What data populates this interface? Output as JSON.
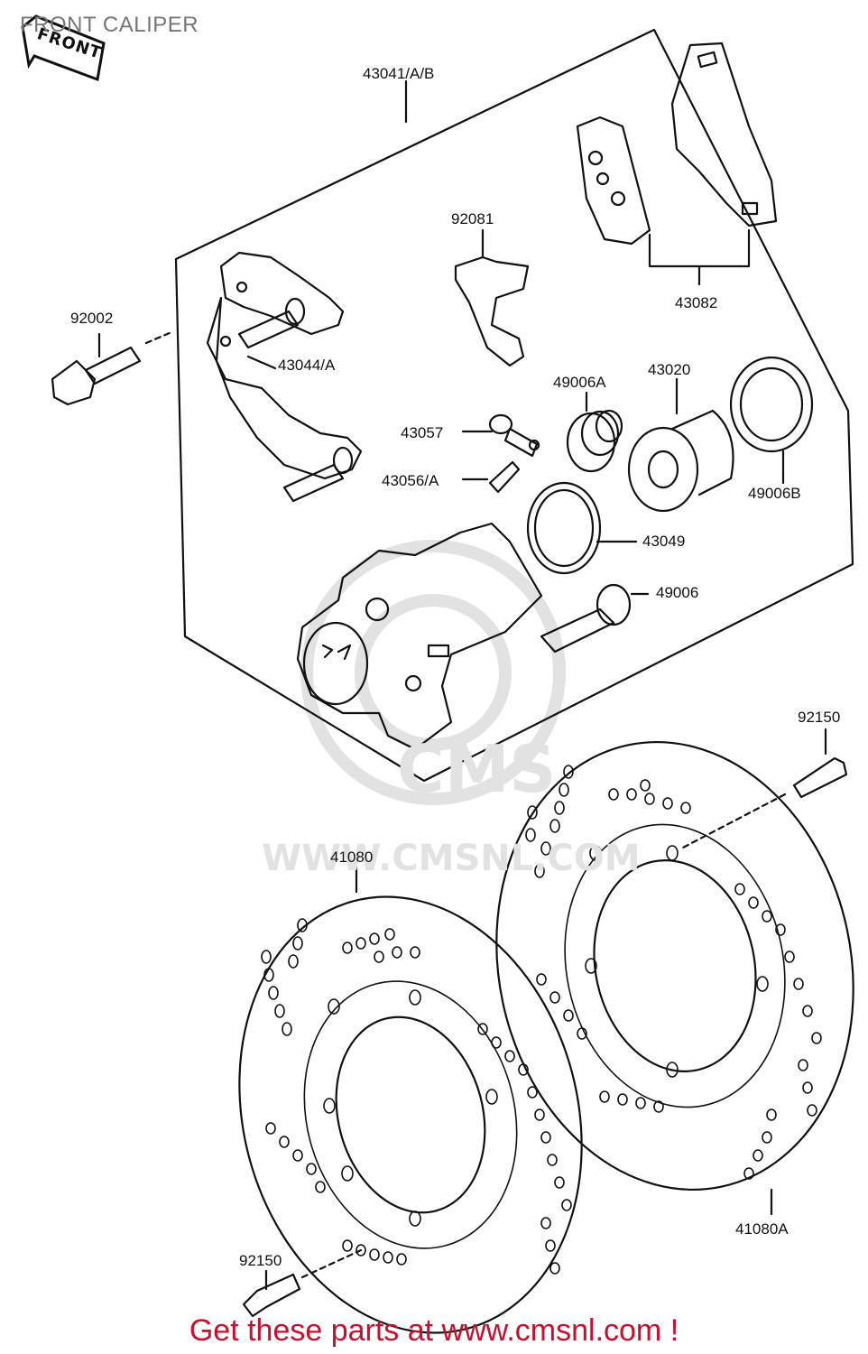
{
  "header": {
    "title": "FRONT CALIPER"
  },
  "front_badge": {
    "label": "FRONT"
  },
  "watermark": {
    "brand": "CMS",
    "url": "WWW.CMSNL.COM"
  },
  "parts": {
    "p43041": "43041/A/B",
    "p92081": "92081",
    "p43082": "43082",
    "p92002": "92002",
    "p43044": "43044/A",
    "p49006A": "49006A",
    "p43020": "43020",
    "p43057": "43057",
    "p43056": "43056/A",
    "p49006B": "49006B",
    "p43049": "43049",
    "p49006": "49006",
    "p92150_top": "92150",
    "p41080": "41080",
    "p41080A": "41080A",
    "p92150_bottom": "92150"
  },
  "footer": {
    "link_text": "Get these parts at www.cmsnl.com !"
  },
  "colors": {
    "ink": "#111111",
    "link": "#c8102e",
    "watermark": "#e2e2e2"
  }
}
